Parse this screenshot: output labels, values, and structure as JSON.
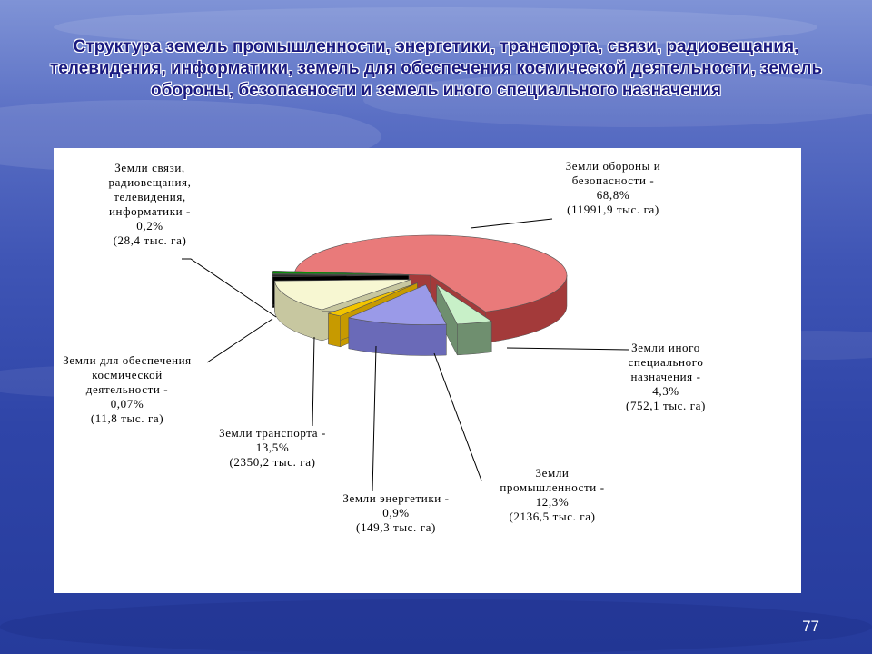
{
  "slide": {
    "title": "Структура земель промышленности, энергетики, транспорта, связи, радиовещания, телевидения, информатики, земель для обеспечения космической деятельности, земель обороны, безопасности и земель иного специального назначения",
    "page_number": "77"
  },
  "chart_data": {
    "type": "pie",
    "unit": "%",
    "slices": [
      {
        "name": "Земли обороны и безопасности",
        "value": 68.8,
        "area": 11991.9,
        "color": "#e97a7a",
        "side_color": "#a33a3a",
        "label_lines": [
          "Земли обороны и",
          "безопасности -",
          "68,8%",
          "(11991,9 тыс. га)"
        ]
      },
      {
        "name": "Земли иного специального назначения",
        "value": 4.3,
        "area": 752.1,
        "color": "#c8f0c8",
        "side_color": "#6f8f6f",
        "label_lines": [
          "Земли иного",
          "специального",
          "назначения -",
          "4,3%",
          "(752,1 тыс. га)"
        ]
      },
      {
        "name": "Земли промышленности",
        "value": 12.3,
        "area": 2136.5,
        "color": "#9a9ae8",
        "side_color": "#6a6ab8",
        "label_lines": [
          "Земли",
          "промышленности -",
          "12,3%",
          "(2136,5 тыс. га)"
        ]
      },
      {
        "name": "Земли энергетики",
        "value": 0.9,
        "area": 149.3,
        "color": "#f2c400",
        "side_color": "#c79a00",
        "label_lines": [
          "Земли энергетики -",
          "0,9%",
          "(149,3 тыс. га)"
        ]
      },
      {
        "name": "Земли транспорта",
        "value": 13.5,
        "area": 2350.2,
        "color": "#f7f7d2",
        "side_color": "#c7c7a0",
        "label_lines": [
          "Земли транспорта -",
          "13,5%",
          "(2350,2 тыс. га)"
        ]
      },
      {
        "name": "Земли для обеспечения космической деятельности",
        "value": 0.07,
        "area": 11.8,
        "color": "#2a2a2a",
        "side_color": "#000000",
        "label_lines": [
          "Земли для обеспечения",
          "космической",
          "деятельности -",
          "0,07%",
          "(11,8 тыс. га)"
        ]
      },
      {
        "name": "Земли связи, радиовещания, телевидения, информатики",
        "value": 0.2,
        "area": 28.4,
        "color": "#0a8a0a",
        "side_color": "#055005",
        "label_lines": [
          "Земли связи,",
          "радиовещания,",
          "телевидения,",
          "информатики -",
          "0,2%",
          "(28,4 тыс. га)"
        ]
      }
    ]
  }
}
